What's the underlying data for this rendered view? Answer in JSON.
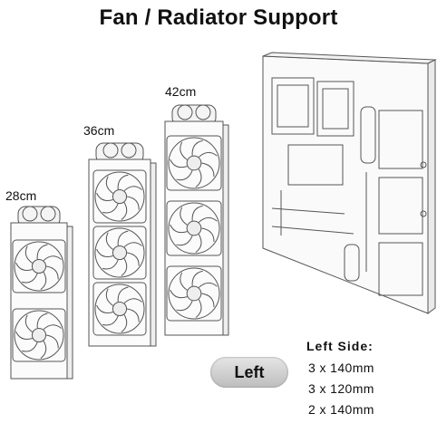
{
  "title": "Fan /  Radiator Support",
  "radiators": [
    {
      "label": "28cm",
      "fans": 2
    },
    {
      "label": "36cm",
      "fans": 3
    },
    {
      "label": "42cm",
      "fans": 3
    }
  ],
  "badge": "Left",
  "specs": {
    "heading": "Left Side:",
    "lines": [
      "3 x 140mm",
      "3 x 120mm",
      "2 x 140mm"
    ]
  }
}
